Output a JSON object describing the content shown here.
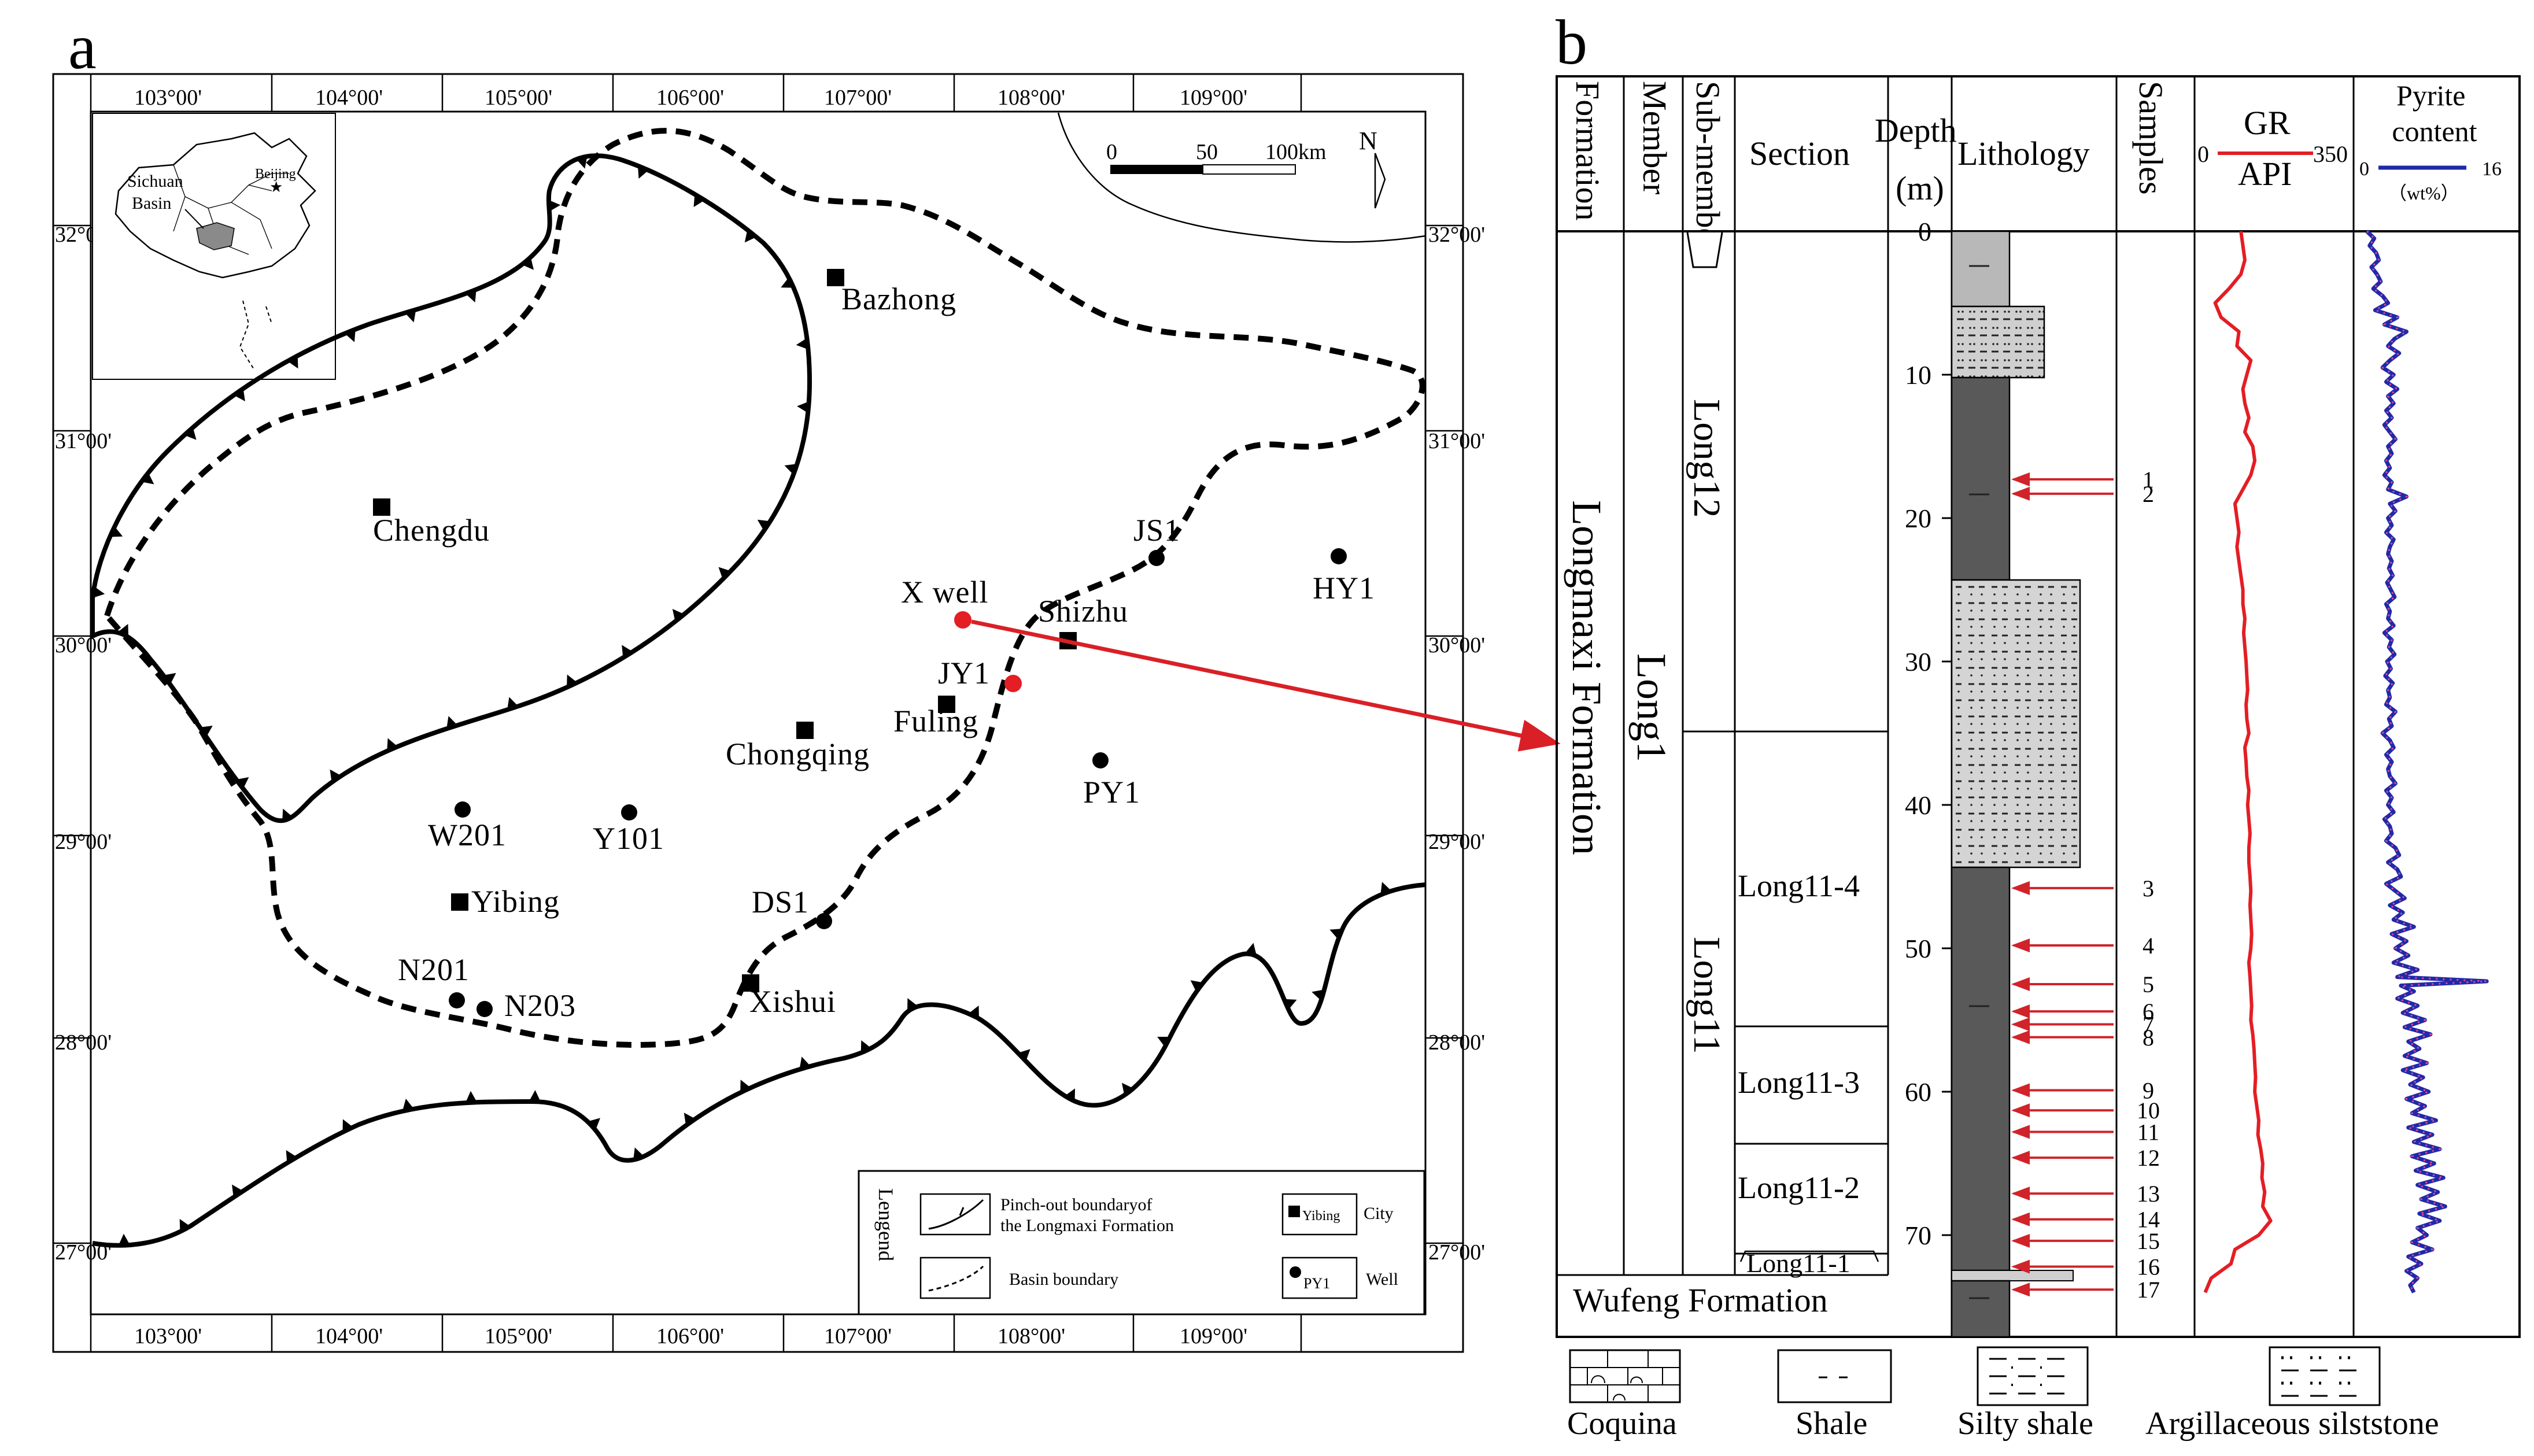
{
  "figure": {
    "panel_a_label": "a",
    "panel_b_label": "b"
  },
  "map": {
    "longitudes": [
      "103°00'",
      "104°00'",
      "105°00'",
      "106°00'",
      "107°00'",
      "108°00'",
      "109°00'"
    ],
    "latitudes": [
      "32°00'",
      "31°00'",
      "30°00'",
      "29°00'",
      "28°00'",
      "27°00'"
    ],
    "scale_bar": {
      "labels": [
        "0",
        "50",
        "100km"
      ]
    },
    "north_label": "N",
    "inset": {
      "basin_label": "Sichuan Basin",
      "capital_label": "Beijing"
    },
    "cities": [
      {
        "name": "Bazhong"
      },
      {
        "name": "Chengdu"
      },
      {
        "name": "Shizhu"
      },
      {
        "name": "Fuling"
      },
      {
        "name": "Chongqing"
      },
      {
        "name": "Yibing"
      },
      {
        "name": "Xishui"
      }
    ],
    "wells": [
      {
        "name": "JS1",
        "highlight": false
      },
      {
        "name": "HY1",
        "highlight": false
      },
      {
        "name": "X well",
        "highlight": true
      },
      {
        "name": "JY1",
        "highlight": true
      },
      {
        "name": "PY1",
        "highlight": false
      },
      {
        "name": "W201",
        "highlight": false
      },
      {
        "name": "Y101",
        "highlight": false
      },
      {
        "name": "DS1",
        "highlight": false
      },
      {
        "name": "N201",
        "highlight": false
      },
      {
        "name": "N203",
        "highlight": false
      }
    ],
    "legend": {
      "title": "Lengend",
      "pinchout": "Pinch-out boundaryof the Longmaxi Formation",
      "basin": "Basin boundary",
      "city_symbol_label": "Yibing",
      "city": "City",
      "well_symbol_label": "PY1",
      "well": "Well"
    },
    "colors": {
      "highlight_well": "#e31e24",
      "arrow": "#d92027"
    }
  },
  "column": {
    "headers": {
      "formation": "Formation",
      "member": "Member",
      "submember": "Sub-member",
      "section": "Section",
      "depth": "Depth (m)",
      "lithology": "Lithology",
      "samples": "Samples",
      "gr": "GR",
      "gr_min": "0",
      "gr_max": "350",
      "gr_unit": "API",
      "pyrite": "Pyrite content",
      "py_min": "0",
      "py_max": "16",
      "py_unit": "（wt%）"
    },
    "formation_name": "Longmaxi Formation",
    "member_name": "Long1",
    "submembers": [
      "Long12",
      "Long11"
    ],
    "sections": [
      "Long11-4",
      "Long11-3",
      "Long11-2",
      "Long11-1"
    ],
    "wufeng": "Wufeng Formation",
    "depth_ticks": [
      0,
      10,
      20,
      30,
      40,
      50,
      60,
      70
    ],
    "depth_range_m": [
      0,
      74
    ],
    "samples": [
      {
        "id": "1",
        "depth": 17.3
      },
      {
        "id": "2",
        "depth": 18.3
      },
      {
        "id": "3",
        "depth": 45.8
      },
      {
        "id": "4",
        "depth": 49.8
      },
      {
        "id": "5",
        "depth": 52.5
      },
      {
        "id": "6",
        "depth": 54.4
      },
      {
        "id": "7",
        "depth": 55.3
      },
      {
        "id": "8",
        "depth": 56.2
      },
      {
        "id": "9",
        "depth": 59.9
      },
      {
        "id": "10",
        "depth": 61.3
      },
      {
        "id": "11",
        "depth": 62.8
      },
      {
        "id": "12",
        "depth": 64.6
      },
      {
        "id": "13",
        "depth": 67.1
      },
      {
        "id": "14",
        "depth": 68.9
      },
      {
        "id": "15",
        "depth": 70.4
      },
      {
        "id": "16",
        "depth": 72.2
      },
      {
        "id": "17",
        "depth": 73.8
      }
    ],
    "gr_api": [
      [
        0,
        95
      ],
      [
        1,
        100
      ],
      [
        2,
        105
      ],
      [
        3,
        95
      ],
      [
        4,
        65
      ],
      [
        5,
        30
      ],
      [
        6,
        45
      ],
      [
        7,
        90
      ],
      [
        8,
        85
      ],
      [
        9,
        120
      ],
      [
        10,
        110
      ],
      [
        11,
        100
      ],
      [
        12,
        105
      ],
      [
        13,
        115
      ],
      [
        14,
        105
      ],
      [
        15,
        125
      ],
      [
        16,
        130
      ],
      [
        17,
        120
      ],
      [
        18,
        100
      ],
      [
        19,
        80
      ],
      [
        20,
        85
      ],
      [
        21,
        90
      ],
      [
        22,
        85
      ],
      [
        23,
        90
      ],
      [
        24,
        95
      ],
      [
        25,
        100
      ],
      [
        26,
        100
      ],
      [
        27,
        105
      ],
      [
        28,
        102
      ],
      [
        29,
        105
      ],
      [
        30,
        108
      ],
      [
        31,
        110
      ],
      [
        32,
        112
      ],
      [
        33,
        108
      ],
      [
        34,
        110
      ],
      [
        35,
        115
      ],
      [
        36,
        105
      ],
      [
        37,
        108
      ],
      [
        38,
        110
      ],
      [
        39,
        115
      ],
      [
        40,
        112
      ],
      [
        41,
        115
      ],
      [
        42,
        118
      ],
      [
        43,
        115
      ],
      [
        44,
        115
      ],
      [
        45,
        118
      ],
      [
        46,
        120
      ],
      [
        47,
        118
      ],
      [
        48,
        120
      ],
      [
        49,
        122
      ],
      [
        50,
        120
      ],
      [
        51,
        115
      ],
      [
        52,
        118
      ],
      [
        53,
        120
      ],
      [
        54,
        122
      ],
      [
        55,
        120
      ],
      [
        56,
        125
      ],
      [
        57,
        128
      ],
      [
        58,
        130
      ],
      [
        59,
        132
      ],
      [
        60,
        130
      ],
      [
        61,
        135
      ],
      [
        62,
        140
      ],
      [
        63,
        138
      ],
      [
        64,
        145
      ],
      [
        65,
        150
      ],
      [
        66,
        148
      ],
      [
        67,
        155
      ],
      [
        68,
        150
      ],
      [
        69,
        170
      ],
      [
        70,
        140
      ],
      [
        71,
        80
      ],
      [
        72,
        70
      ],
      [
        73,
        20
      ],
      [
        74,
        5
      ]
    ],
    "pyrite_wt": [
      [
        0,
        0.5
      ],
      [
        0.5,
        1.3
      ],
      [
        1,
        0.8
      ],
      [
        1.5,
        1.5
      ],
      [
        2,
        1.8
      ],
      [
        2.5,
        1.0
      ],
      [
        3,
        1.6
      ],
      [
        3.5,
        2.0
      ],
      [
        4,
        1.2
      ],
      [
        4.5,
        2.2
      ],
      [
        5,
        2.8
      ],
      [
        5.5,
        1.4
      ],
      [
        6,
        3.8
      ],
      [
        6.5,
        2.4
      ],
      [
        7,
        4.8
      ],
      [
        7.5,
        3.5
      ],
      [
        8,
        2.8
      ],
      [
        8.5,
        4.0
      ],
      [
        9,
        3.0
      ],
      [
        9.5,
        2.2
      ],
      [
        10,
        3.4
      ],
      [
        10.5,
        2.6
      ],
      [
        11,
        3.8
      ],
      [
        11.5,
        2.8
      ],
      [
        12,
        3.4
      ],
      [
        12.5,
        2.6
      ],
      [
        13,
        3.2
      ],
      [
        13.5,
        2.4
      ],
      [
        14,
        3.0
      ],
      [
        14.5,
        3.6
      ],
      [
        15,
        2.8
      ],
      [
        15.5,
        3.2
      ],
      [
        16,
        2.6
      ],
      [
        16.5,
        3.0
      ],
      [
        17,
        2.4
      ],
      [
        17.5,
        3.2
      ],
      [
        18,
        2.8
      ],
      [
        18.5,
        4.8
      ],
      [
        19,
        3.0
      ],
      [
        19.5,
        3.6
      ],
      [
        20,
        2.8
      ],
      [
        20.5,
        3.2
      ],
      [
        21,
        2.6
      ],
      [
        21.5,
        3.4
      ],
      [
        22,
        3.0
      ],
      [
        22.5,
        2.8
      ],
      [
        23,
        3.2
      ],
      [
        23.5,
        2.9
      ],
      [
        24,
        3.3
      ],
      [
        24.5,
        2.7
      ],
      [
        25,
        3.1
      ],
      [
        25.5,
        3.5
      ],
      [
        26,
        2.6
      ],
      [
        26.5,
        3.0
      ],
      [
        27,
        2.8
      ],
      [
        27.5,
        3.4
      ],
      [
        28,
        2.4
      ],
      [
        28.5,
        3.2
      ],
      [
        29,
        2.9
      ],
      [
        29.5,
        3.5
      ],
      [
        30,
        2.7
      ],
      [
        30.5,
        3.1
      ],
      [
        31,
        2.5
      ],
      [
        31.5,
        3.3
      ],
      [
        32,
        2.8
      ],
      [
        32.5,
        3.0
      ],
      [
        33,
        2.6
      ],
      [
        33.5,
        3.6
      ],
      [
        34,
        2.9
      ],
      [
        34.5,
        3.2
      ],
      [
        35,
        2.2
      ],
      [
        35.5,
        3.0
      ],
      [
        36,
        3.4
      ],
      [
        36.5,
        2.6
      ],
      [
        37,
        3.2
      ],
      [
        37.5,
        2.8
      ],
      [
        38,
        3.0
      ],
      [
        38.5,
        3.6
      ],
      [
        39,
        2.6
      ],
      [
        39.5,
        3.2
      ],
      [
        40,
        2.8
      ],
      [
        40.5,
        3.4
      ],
      [
        41,
        2.4
      ],
      [
        41.5,
        3.0
      ],
      [
        42,
        3.2
      ],
      [
        42.5,
        2.6
      ],
      [
        43,
        3.6
      ],
      [
        43.5,
        4.0
      ],
      [
        44,
        2.8
      ],
      [
        44.5,
        3.8
      ],
      [
        45,
        4.2
      ],
      [
        45.5,
        2.6
      ],
      [
        46,
        3.6
      ],
      [
        46.5,
        4.6
      ],
      [
        47,
        3.0
      ],
      [
        47.5,
        4.4
      ],
      [
        48,
        3.4
      ],
      [
        48.5,
        5.6
      ],
      [
        49,
        3.2
      ],
      [
        49.5,
        4.8
      ],
      [
        50,
        3.6
      ],
      [
        50.5,
        5.0
      ],
      [
        51,
        3.4
      ],
      [
        51.5,
        6.0
      ],
      [
        52,
        3.8
      ],
      [
        52.3,
        13.5
      ],
      [
        52.6,
        4.2
      ],
      [
        53,
        5.6
      ],
      [
        53.5,
        3.8
      ],
      [
        54,
        6.0
      ],
      [
        54.5,
        4.4
      ],
      [
        55,
        6.8
      ],
      [
        55.5,
        4.6
      ],
      [
        56,
        7.4
      ],
      [
        56.5,
        5.0
      ],
      [
        57,
        6.2
      ],
      [
        57.5,
        4.6
      ],
      [
        58,
        7.0
      ],
      [
        58.5,
        4.4
      ],
      [
        59,
        6.6
      ],
      [
        59.5,
        5.2
      ],
      [
        60,
        7.2
      ],
      [
        60.5,
        4.8
      ],
      [
        61,
        6.8
      ],
      [
        61.5,
        5.4
      ],
      [
        62,
        8.0
      ],
      [
        62.5,
        5.0
      ],
      [
        63,
        7.6
      ],
      [
        63.5,
        5.6
      ],
      [
        64,
        8.4
      ],
      [
        64.5,
        5.4
      ],
      [
        65,
        7.8
      ],
      [
        65.5,
        5.8
      ],
      [
        66,
        8.8
      ],
      [
        66.5,
        6.0
      ],
      [
        67,
        8.2
      ],
      [
        67.5,
        6.4
      ],
      [
        68,
        9.0
      ],
      [
        68.5,
        6.2
      ],
      [
        69,
        8.4
      ],
      [
        69.5,
        6.0
      ],
      [
        70,
        7.0
      ],
      [
        70.5,
        5.4
      ],
      [
        71,
        7.6
      ],
      [
        71.5,
        5.0
      ],
      [
        72,
        6.4
      ],
      [
        72.5,
        4.8
      ],
      [
        73,
        6.0
      ],
      [
        73.5,
        5.2
      ],
      [
        74,
        5.6
      ]
    ],
    "colors": {
      "gr": "#e31e24",
      "pyrite": "#1f2aa8",
      "pyrite_markers": "#e0479a",
      "sample_arrow": "#d0232a"
    }
  },
  "lithology_legend": [
    "Coquina",
    "Shale",
    "Silty shale",
    "Argillaceous silststone"
  ]
}
